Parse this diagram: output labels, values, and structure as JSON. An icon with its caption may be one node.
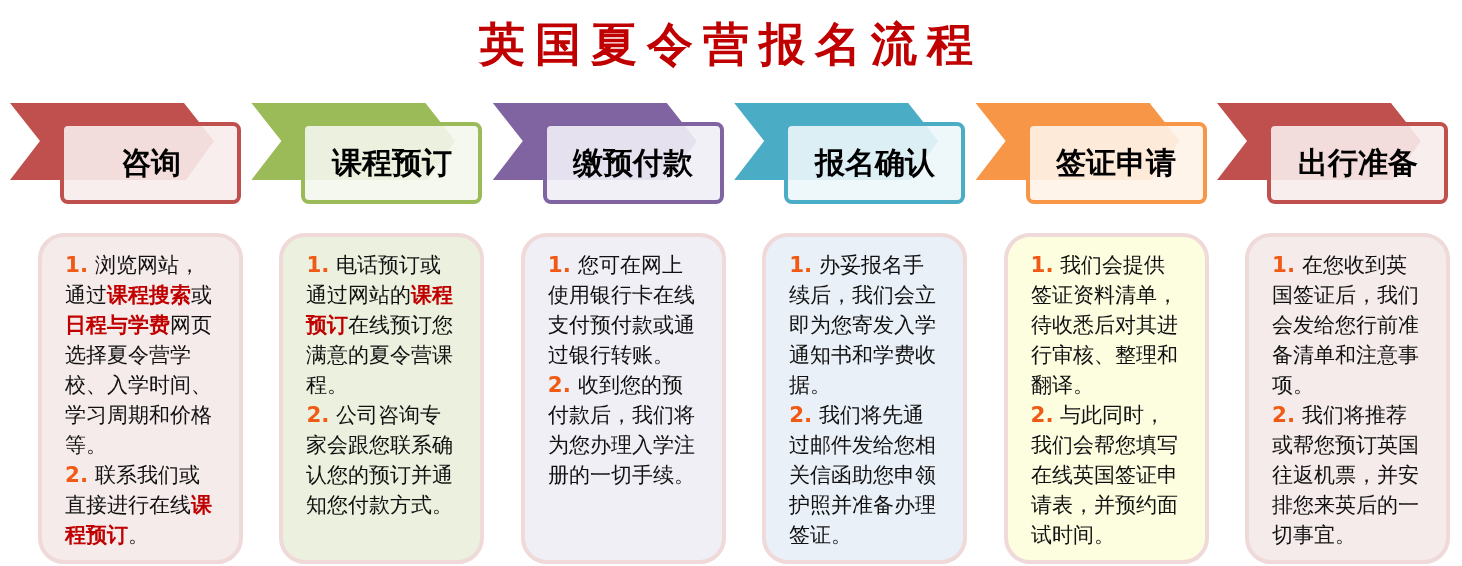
{
  "diagram": {
    "title": "英国夏令营报名流程",
    "nodes": [
      {
        "text": [
          "咨询"
        ]
      },
      {
        "text": [
          "课程预订"
        ]
      },
      {
        "text": [
          "缴预付款"
        ]
      },
      {
        "text": [
          "报名确认"
        ]
      },
      {
        "text": [
          "签证申请"
        ]
      },
      {
        "text": [
          "出行准备"
        ]
      },
      {
        "text": [
          "**1.** 浏览网站，通过**课程搜索**或**日程与学费**网页选择夏令营学校、入学时间、学习周期和价格等。",
          "**2.** 联系我们或直接进行在线**课程预订**。"
        ]
      },
      {
        "text": [
          "**1.** 电话预订或通过网站的**课程预订**在线预订您满意的夏令营课程。",
          "**2.** 公司咨询专家会跟您联系确认您的预订并通知您付款方式。"
        ]
      },
      {
        "text": [
          "**1.** 您可在网上使用银行卡在线支付预付款或通过银行转账。",
          "**2.** 收到您的预付款后，我们将为您办理入学注册的一切手续。"
        ]
      },
      {
        "text": [
          "**1.** 办妥报名手续后，我们会立即为您寄发入学通知书和学费收据。",
          "**2.** 我们将先通过邮件发给您相关信函助您申领护照并准备办理签证。"
        ]
      },
      {
        "text": [
          "**1.** 我们会提供签证资料清单，待收悉后对其进行审核、整理和翻译。",
          "**2.** 与此同时，我们会帮您填写在线英国签证申请表，并预约面试时间。"
        ]
      },
      {
        "text": [
          "**1.** 在您收到英国签证后，我们会发给您行前准备清单和注意事项。",
          "**2.** 我们将推荐或帮您预订英国往返机票，并安排您来英后的一切事宜。"
        ]
      }
    ]
  }
}
